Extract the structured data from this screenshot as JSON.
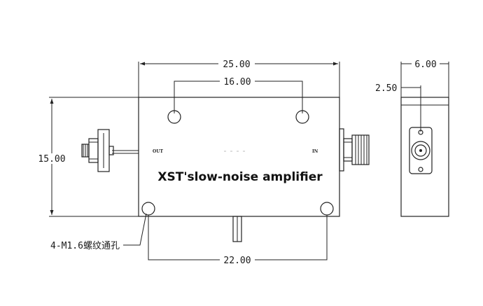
{
  "dimensions": {
    "overall_width": "25.00",
    "top_hole_spacing": "16.00",
    "height": "15.00",
    "bottom_hole_spacing": "22.00",
    "side_width": "6.00",
    "side_offset": "2.50"
  },
  "labels": {
    "out_port": "OUT",
    "in_port": "IN",
    "hole_spec": "4-M1.6螺纹通孔",
    "caption": "XST'slow-noise amplifier"
  }
}
